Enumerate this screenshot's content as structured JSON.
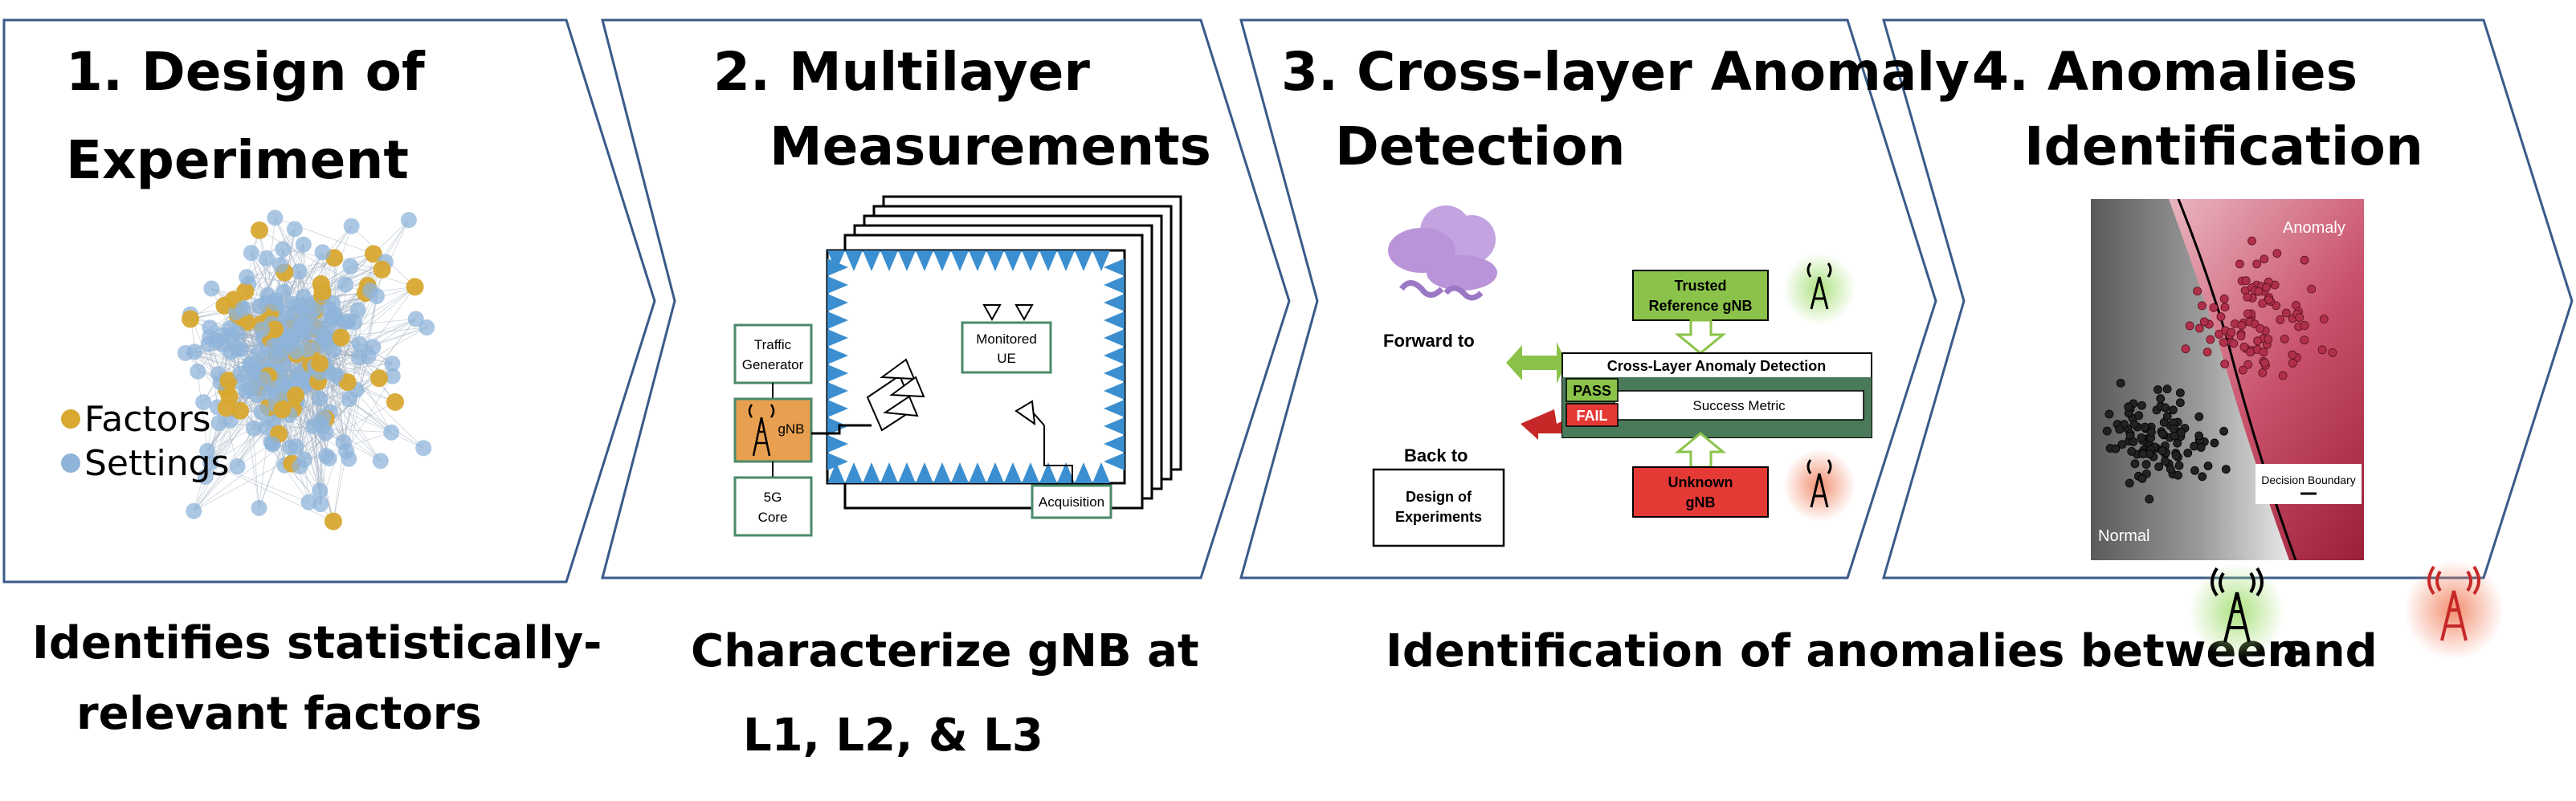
{
  "steps": [
    {
      "title_line1": "1. Design of",
      "title_line2": "Experiment"
    },
    {
      "title_line1": "2. Multilayer",
      "title_line2": "Measurements"
    },
    {
      "title_line1": "3. Cross-layer Anomaly",
      "title_line2": "Detection"
    },
    {
      "title_line1": "4. Anomalies",
      "title_line2": "Identification"
    }
  ],
  "panel1": {
    "legend_factors": "Factors",
    "legend_settings": "Settings",
    "factor_color": "#d8a830",
    "setting_color": "#8fb4d9"
  },
  "panel2": {
    "traffic_generator": [
      "Traffic",
      "Generator"
    ],
    "gnb": "gNB",
    "core": [
      "5G",
      "Core"
    ],
    "monitored_ue": [
      "Monitored",
      "UE"
    ],
    "acquisition": "Acquisition",
    "gnb_color": "#e8a050",
    "absorber_color": "#3b8fd0"
  },
  "panel3": {
    "forward_to": "Forward to",
    "back_to": "Back to",
    "design_box": [
      "Design of",
      "Experiments"
    ],
    "trusted": [
      "Trusted",
      "Reference gNB"
    ],
    "detection_title": "Cross-Layer Anomaly Detection",
    "pass": "PASS",
    "fail": "FAIL",
    "metric": "Success Metric",
    "unknown": [
      "Unknown",
      "gNB"
    ],
    "green": "#8bc34a",
    "red": "#e53935"
  },
  "panel4": {
    "anomaly": "Anomaly",
    "normal": "Normal",
    "decision_boundary": "Decision Boundary",
    "anomaly_color": "#b0304a",
    "normal_color": "#555555"
  },
  "captions": {
    "c1": [
      "Identifies statistically-",
      "relevant factors"
    ],
    "c2": [
      "Characterize gNB at",
      "L1, L2, & L3"
    ],
    "c3_left": "Identification of anomalies between",
    "c3_right": "and"
  }
}
